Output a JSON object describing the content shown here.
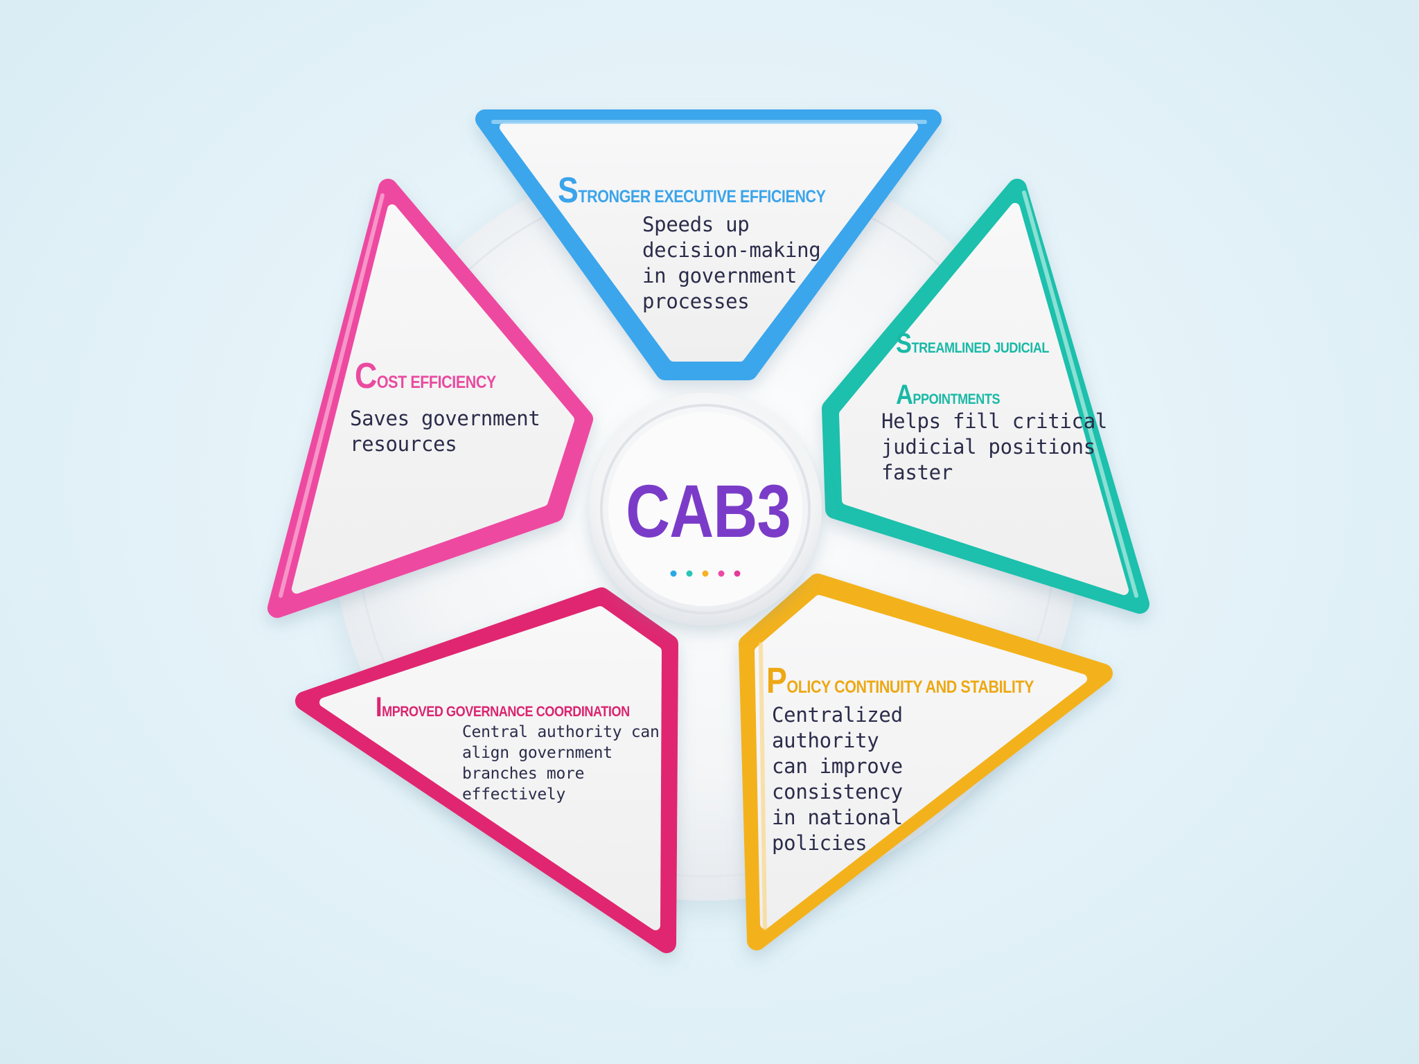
{
  "center": {
    "label": "CAB3",
    "dot_colors": [
      "#2aa8e6",
      "#2cc4b4",
      "#f2b324",
      "#ec4aa4",
      "#e43a9a"
    ]
  },
  "panels": {
    "stronger": {
      "title": "Stronger executive efficiency",
      "description": "Speeds up\ndecision-making\nin government\nprocesses",
      "color": "#3ba6ec"
    },
    "streamlined": {
      "title_line1": "Streamlined judicial",
      "title_line2": "appointments",
      "description": "Helps fill critical\njudicial positions\nfaster",
      "color": "#1fc0ac"
    },
    "policy": {
      "title": "Policy continuity and stability",
      "description": "Centralized\nauthority\ncan improve\nconsistency\nin national\npolicies",
      "color": "#f3b21e"
    },
    "improved": {
      "title": "Improved governance coordination",
      "description": "Central authority can\nalign government\nbranches more\neffectively",
      "color": "#e0266f"
    },
    "cost": {
      "title": "Cost efficiency",
      "description": "Saves government\nresources",
      "color": "#ee4aa0"
    }
  }
}
